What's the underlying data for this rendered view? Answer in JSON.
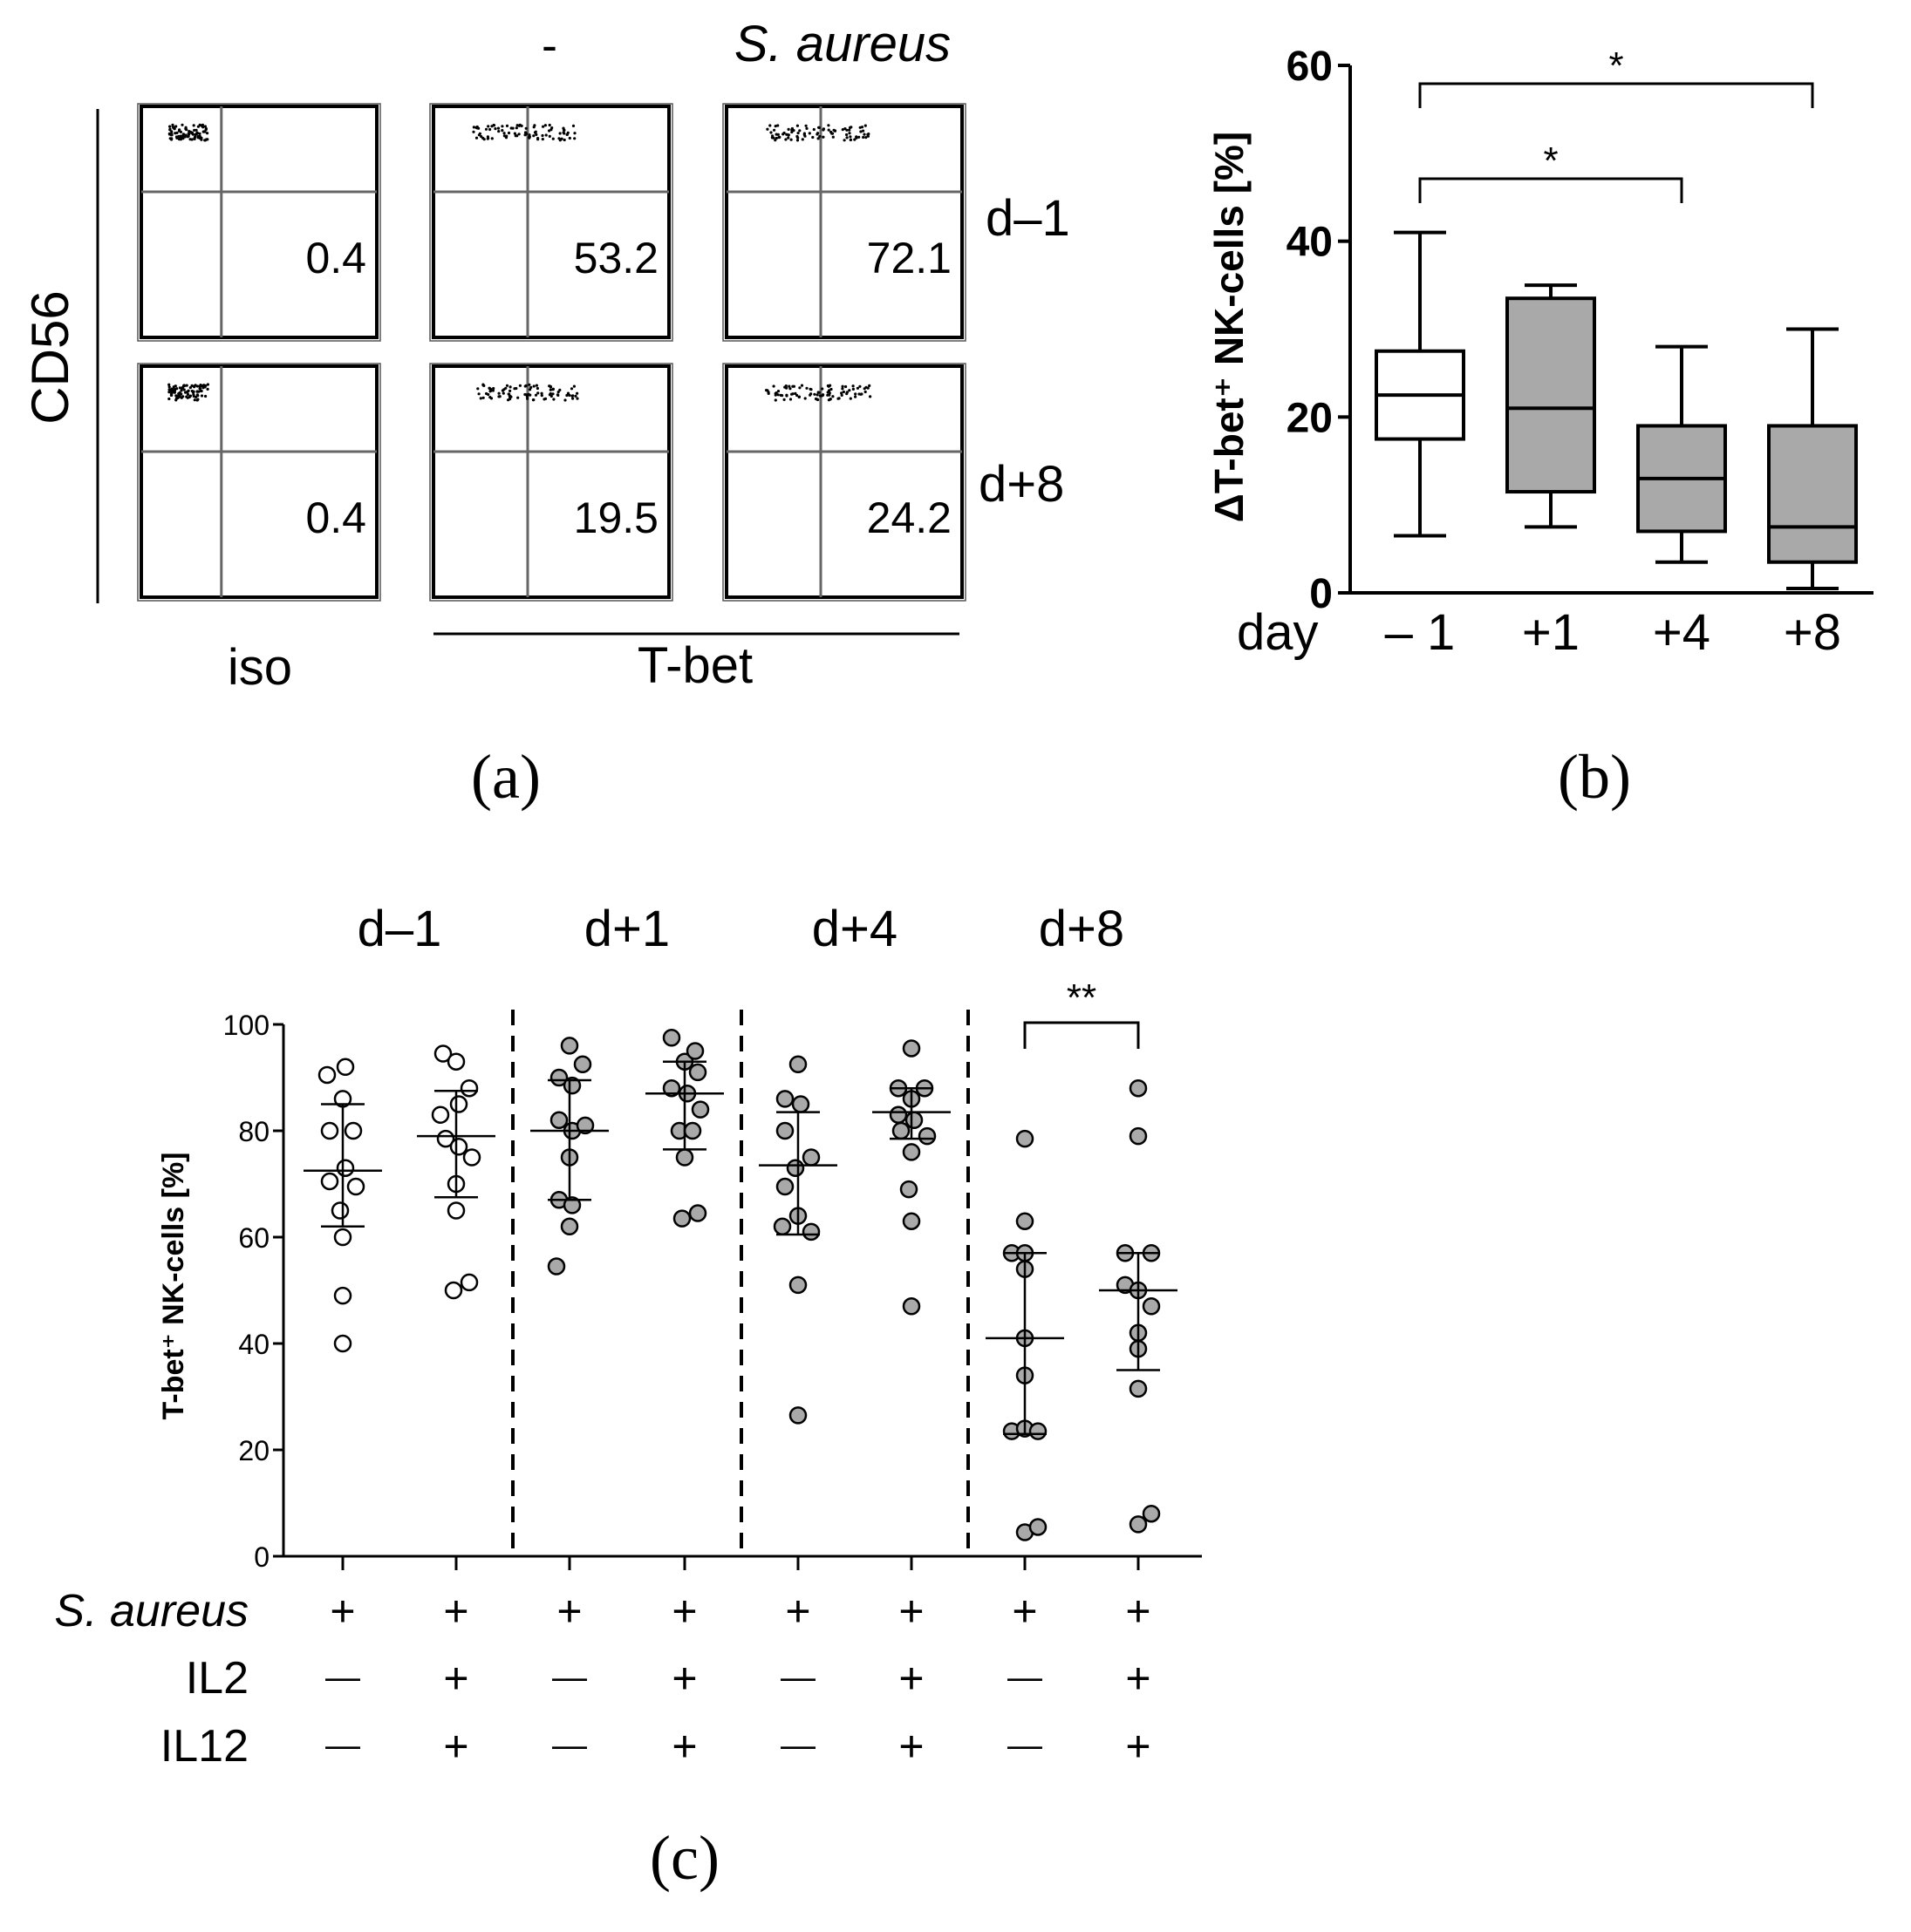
{
  "panel_labels": {
    "a": "(a)",
    "b": "(b)",
    "c": "(c)"
  },
  "chart_data": [
    {
      "panel": "a",
      "type": "flow-cytometry",
      "header": {
        "neg": "-",
        "pos": "S. aureus"
      },
      "ylabel": "CD56",
      "xlabels": {
        "iso": "iso",
        "tbet": "T-bet"
      },
      "rows": [
        {
          "label": "d–1",
          "values": [
            "0.4",
            "53.2",
            "72.1"
          ]
        },
        {
          "label": "d+8",
          "values": [
            "0.4",
            "19.5",
            "24.2"
          ]
        }
      ]
    },
    {
      "panel": "b",
      "type": "box",
      "ylabel": "ΔT-bet⁺ NK-cells [%]",
      "xlabel_prefix": "day",
      "categories": [
        "– 1",
        "+1",
        "+4",
        "+8"
      ],
      "ylim": [
        0,
        60
      ],
      "yticks": [
        0,
        20,
        40,
        60
      ],
      "boxes": [
        {
          "min": 6.5,
          "q1": 17.5,
          "median": 22.5,
          "q3": 27.5,
          "max": 41,
          "fill": "#ffffff"
        },
        {
          "min": 7.5,
          "q1": 11.5,
          "median": 21,
          "q3": 33.5,
          "max": 35,
          "fill": "#a9a9a9"
        },
        {
          "min": 3.5,
          "q1": 7,
          "median": 13,
          "q3": 19,
          "max": 28,
          "fill": "#a9a9a9"
        },
        {
          "min": 0.5,
          "q1": 3.5,
          "median": 7.5,
          "q3": 19,
          "max": 30,
          "fill": "#a9a9a9"
        }
      ],
      "significance": [
        {
          "from": 0,
          "to": 2,
          "label": "*"
        },
        {
          "from": 0,
          "to": 3,
          "label": "*"
        }
      ]
    },
    {
      "panel": "c",
      "type": "scatter",
      "ylabel": "T-bet⁺ NK-cells [%]",
      "ylim": [
        0,
        100
      ],
      "yticks": [
        0,
        20,
        40,
        60,
        80,
        100
      ],
      "group_labels": [
        "d–1",
        "d+1",
        "d+4",
        "d+8"
      ],
      "conditions": {
        "labels": [
          "S. aureus",
          "IL2",
          "IL12"
        ],
        "plus": "+",
        "minus": "—",
        "values": [
          [
            "+",
            "—",
            "—"
          ],
          [
            "+",
            "+",
            "+"
          ],
          [
            "+",
            "—",
            "—"
          ],
          [
            "+",
            "+",
            "+"
          ],
          [
            "+",
            "—",
            "—"
          ],
          [
            "+",
            "+",
            "+"
          ],
          [
            "+",
            "—",
            "—"
          ],
          [
            "+",
            "+",
            "+"
          ]
        ]
      },
      "series": [
        {
          "fill": "#ffffff",
          "mean": 72.5,
          "sd_low": 62,
          "sd_high": 85,
          "points": [
            [
              -0.3,
              90.5
            ],
            [
              0.05,
              92
            ],
            [
              0.0,
              86
            ],
            [
              -0.25,
              80
            ],
            [
              0.2,
              80
            ],
            [
              -0.25,
              70.5
            ],
            [
              0.05,
              73
            ],
            [
              0.25,
              69.5
            ],
            [
              -0.05,
              65
            ],
            [
              0.0,
              60
            ],
            [
              0.0,
              49
            ],
            [
              0.0,
              40
            ]
          ]
        },
        {
          "fill": "#ffffff",
          "mean": 79,
          "sd_low": 67.5,
          "sd_high": 87.5,
          "points": [
            [
              -0.25,
              94.5
            ],
            [
              0.0,
              93
            ],
            [
              0.25,
              88
            ],
            [
              -0.3,
              83
            ],
            [
              0.05,
              85
            ],
            [
              -0.2,
              78.5
            ],
            [
              0.05,
              77
            ],
            [
              0.3,
              75
            ],
            [
              0.0,
              70
            ],
            [
              0.0,
              65
            ],
            [
              -0.05,
              50
            ],
            [
              0.25,
              51.5
            ]
          ]
        },
        {
          "fill": "#a9a9a9",
          "mean": 80,
          "sd_low": 67,
          "sd_high": 89.5,
          "points": [
            [
              0.0,
              96
            ],
            [
              0.25,
              92.5
            ],
            [
              -0.2,
              90
            ],
            [
              0.05,
              88.5
            ],
            [
              -0.2,
              82
            ],
            [
              0.05,
              80
            ],
            [
              0.3,
              81
            ],
            [
              0.0,
              75
            ],
            [
              -0.2,
              67
            ],
            [
              0.05,
              66
            ],
            [
              0.0,
              62
            ],
            [
              -0.25,
              54.5
            ]
          ]
        },
        {
          "fill": "#a9a9a9",
          "mean": 87,
          "sd_low": 76.5,
          "sd_high": 93,
          "points": [
            [
              -0.25,
              97.5
            ],
            [
              0.0,
              93
            ],
            [
              0.2,
              95
            ],
            [
              0.25,
              91
            ],
            [
              -0.25,
              88
            ],
            [
              0.05,
              87
            ],
            [
              0.3,
              84
            ],
            [
              -0.1,
              80
            ],
            [
              0.15,
              80
            ],
            [
              0.0,
              75
            ],
            [
              -0.05,
              63.5
            ],
            [
              0.25,
              64.5
            ]
          ]
        },
        {
          "fill": "#a9a9a9",
          "mean": 73.5,
          "sd_low": 60.5,
          "sd_high": 83.5,
          "points": [
            [
              0.0,
              92.5
            ],
            [
              -0.25,
              86
            ],
            [
              0.05,
              85
            ],
            [
              -0.25,
              80
            ],
            [
              0.25,
              75
            ],
            [
              -0.05,
              73
            ],
            [
              -0.25,
              69.5
            ],
            [
              0.0,
              64
            ],
            [
              0.25,
              61
            ],
            [
              -0.3,
              62
            ],
            [
              0.0,
              51
            ],
            [
              0.0,
              26.5
            ]
          ]
        },
        {
          "fill": "#a9a9a9",
          "mean": 83.5,
          "sd_low": 78.5,
          "sd_high": 88,
          "points": [
            [
              0.0,
              95.5
            ],
            [
              -0.25,
              88
            ],
            [
              0.25,
              88
            ],
            [
              0.0,
              86
            ],
            [
              -0.25,
              83
            ],
            [
              0.05,
              82
            ],
            [
              -0.2,
              80
            ],
            [
              0.3,
              79
            ],
            [
              0.0,
              76
            ],
            [
              -0.05,
              69
            ],
            [
              0.0,
              63
            ],
            [
              0.0,
              47
            ]
          ]
        },
        {
          "fill": "#a9a9a9",
          "mean": 41,
          "sd_low": 23,
          "sd_high": 57,
          "points": [
            [
              0.0,
              78.5
            ],
            [
              0.0,
              63
            ],
            [
              -0.25,
              57
            ],
            [
              0.0,
              57
            ],
            [
              0.0,
              54
            ],
            [
              0.0,
              41
            ],
            [
              0.0,
              34
            ],
            [
              -0.25,
              23.5
            ],
            [
              0.0,
              24
            ],
            [
              0.25,
              23.5
            ],
            [
              0.0,
              4.5
            ],
            [
              0.25,
              5.5
            ]
          ]
        },
        {
          "fill": "#a9a9a9",
          "mean": 50,
          "sd_low": 35,
          "sd_high": 57,
          "points": [
            [
              0.0,
              88
            ],
            [
              0.0,
              79
            ],
            [
              -0.25,
              57
            ],
            [
              0.25,
              57
            ],
            [
              -0.25,
              51
            ],
            [
              0.0,
              50
            ],
            [
              0.25,
              47
            ],
            [
              0.0,
              42
            ],
            [
              0.0,
              39
            ],
            [
              0.0,
              31.5
            ],
            [
              0.0,
              6
            ],
            [
              0.25,
              8
            ]
          ]
        }
      ],
      "significance": [
        {
          "from": 6,
          "to": 7,
          "label": "**"
        }
      ]
    }
  ]
}
